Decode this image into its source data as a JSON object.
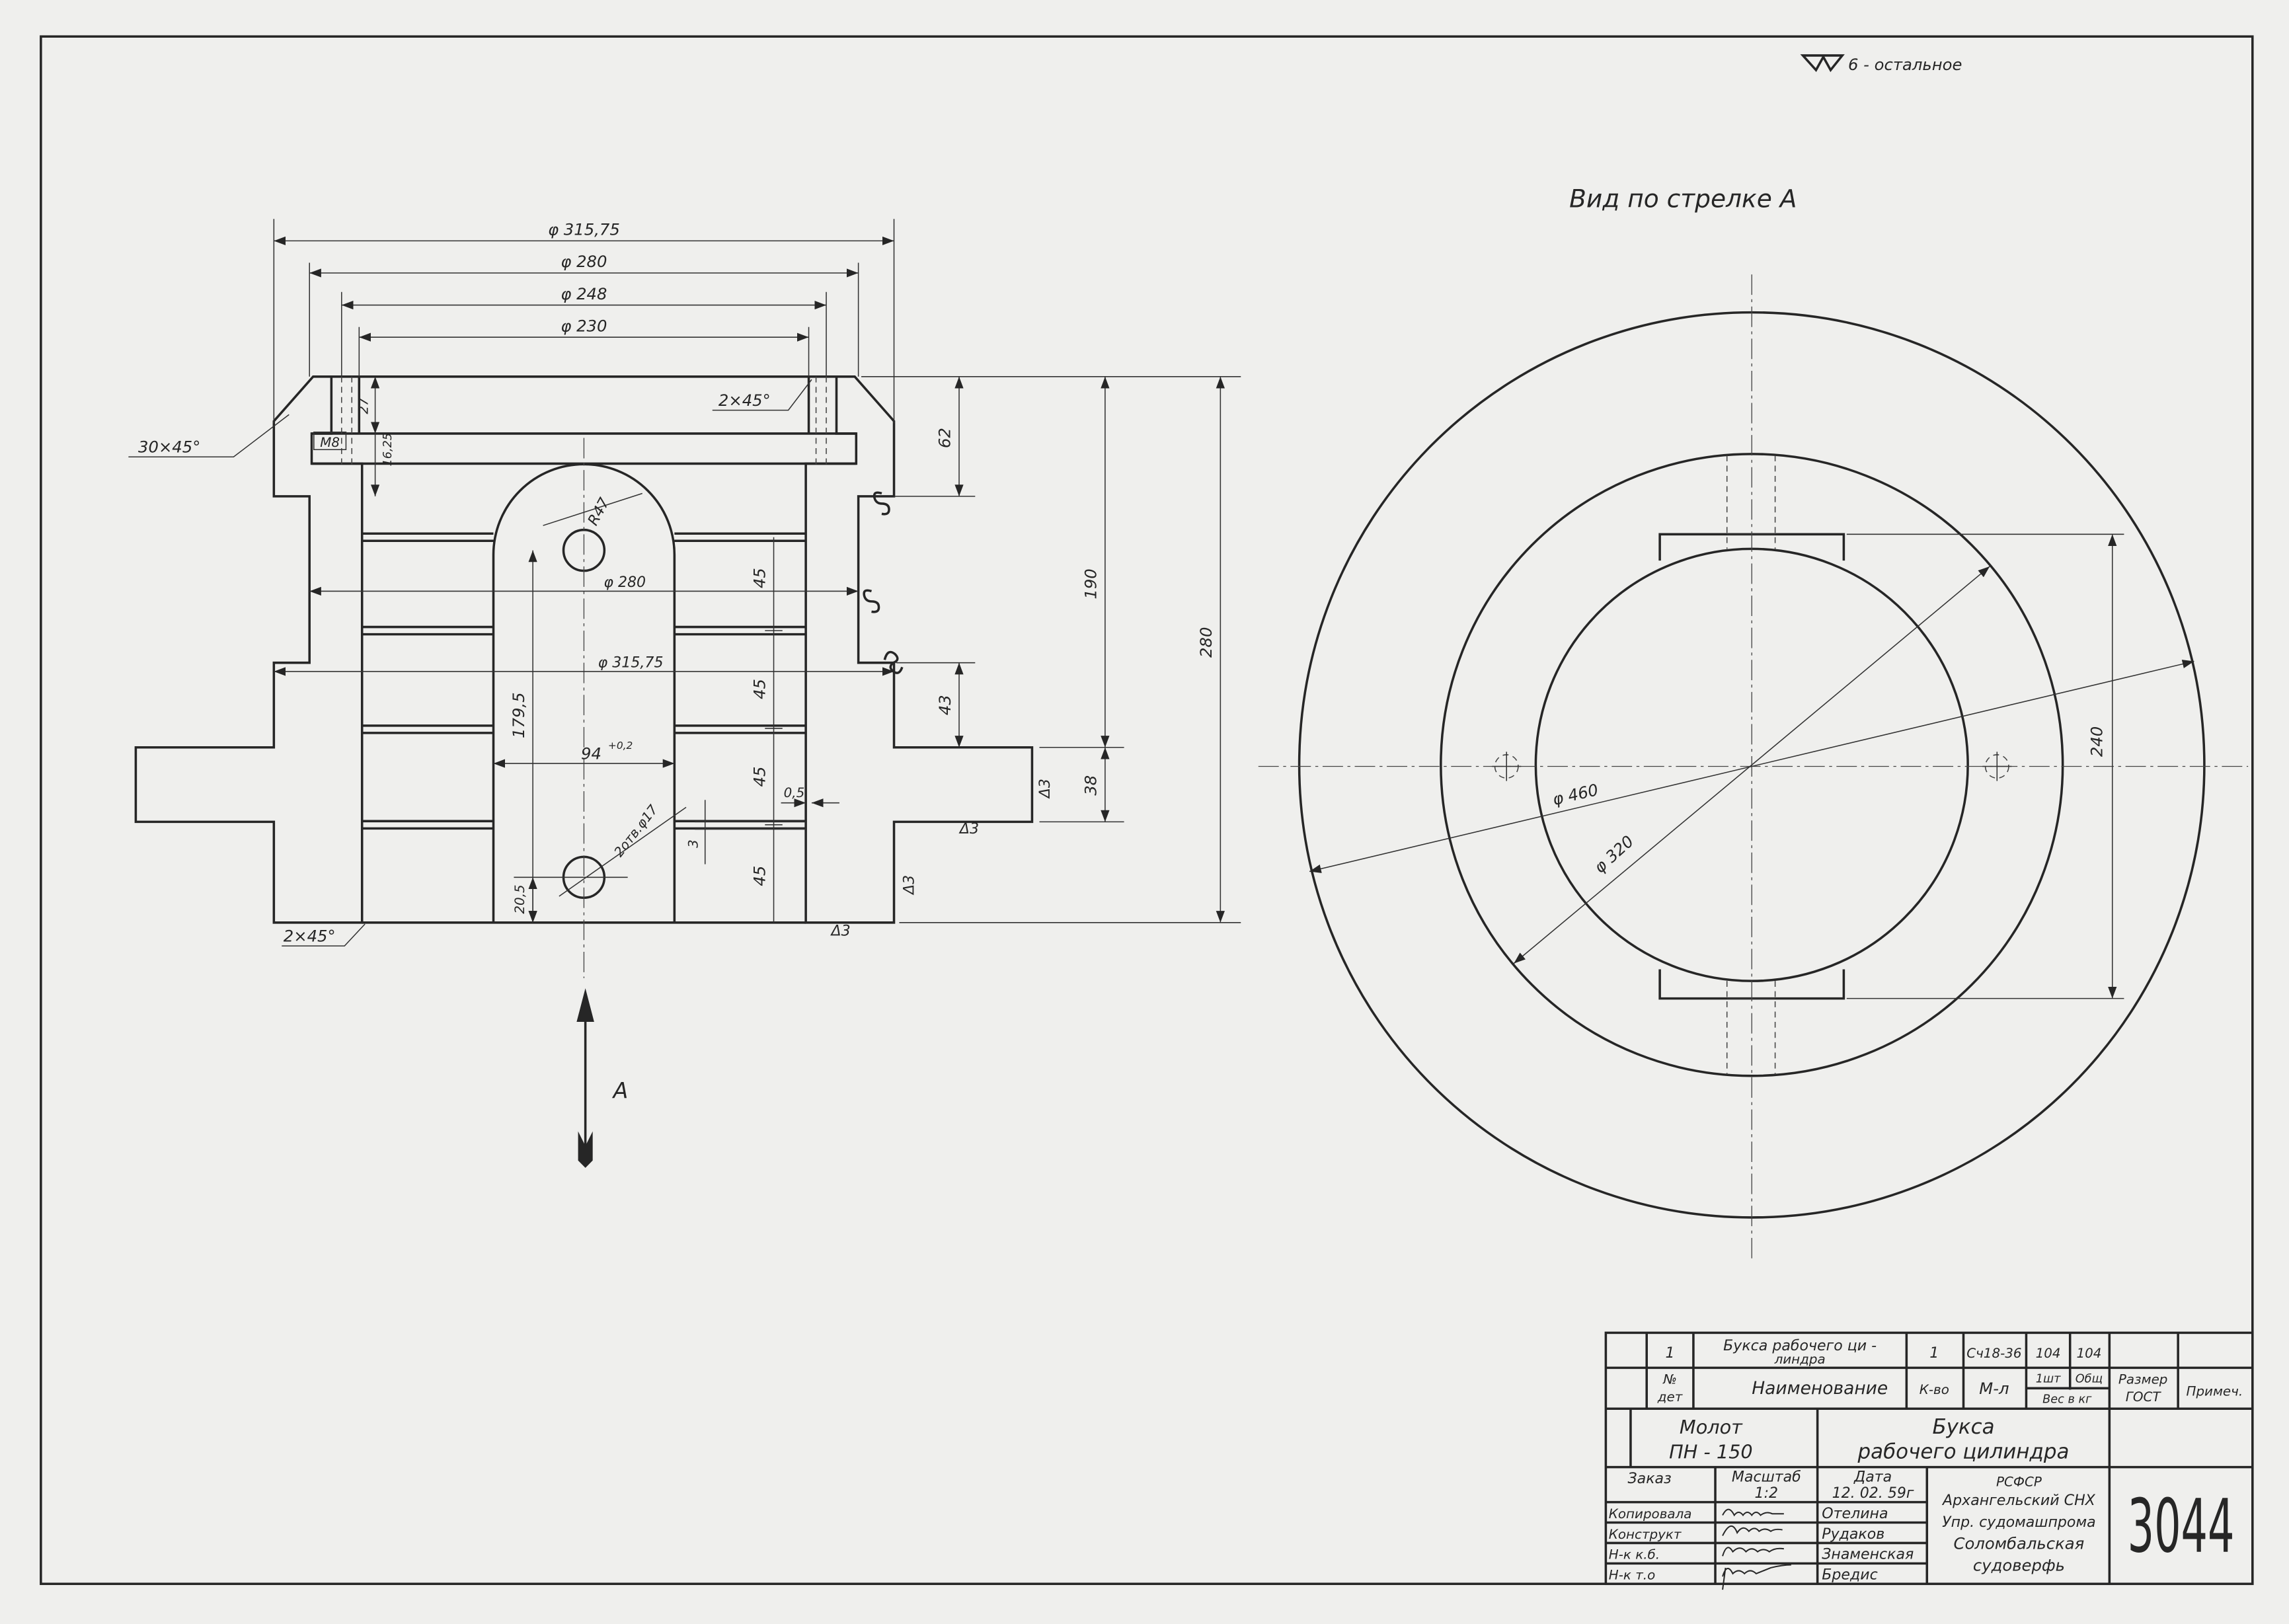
{
  "surface_finish": {
    "symbol": "surface-roughness-double-triangle-icon",
    "text": "6 - остальное"
  },
  "view_title": "Вид по стрелке А",
  "arrow_label": "А",
  "section": {
    "dia_315_top": "φ 315,75",
    "dia_280_top": "φ 280",
    "dia_248": "φ 248",
    "dia_230": "φ 230",
    "chamfer_top_inner": "2×45°",
    "chamfer_top_outer": "30×45°",
    "depth_27": "27",
    "thread": "M8",
    "groove": "16,25",
    "h_62": "62",
    "h_190": "190",
    "h_280": "280",
    "h_43": "43",
    "h_38": "38",
    "radius": "R47",
    "dia_280_mid": "φ 280",
    "dia_315_mid": "φ 315,75",
    "pitch": [
      "45",
      "45",
      "45",
      "45"
    ],
    "h_179": "179,5",
    "slot_width": "94",
    "slot_tolerance": "+0,2",
    "ring_depth": "0,5",
    "ring_width": "3",
    "holes": "2отв.φ17",
    "h_20": "20,5",
    "chamfer_bottom": "2×45°",
    "finish_marks": [
      "Δ3",
      "Δ3",
      "Δ3",
      "Δ3"
    ]
  },
  "view_a": {
    "dia_460": "φ 460",
    "dia_320": "φ 320",
    "h_240": "240"
  },
  "title_block": {
    "spec_row": {
      "pos": "1",
      "name": "Букса рабочего ци -",
      "name2": "линдра",
      "qty": "1",
      "material": "Сч18-36",
      "weight_one": "104",
      "weight_total": "104"
    },
    "header": {
      "det_no": "№",
      "det_no2": "дет",
      "name": "Наименование",
      "qty": "К-во",
      "material": "М-л",
      "weight_one": "1шт",
      "weight_total": "Общ",
      "weight": "Вес в кг",
      "size": "Размер",
      "size2": "ГОСТ",
      "note": "Примеч."
    },
    "machine": "Молот",
    "machine2": "ПН - 150",
    "part_name": "Букса",
    "part_name2": "рабочего цилиндра",
    "order_label": "Заказ",
    "scale_label": "Масштаб",
    "scale": "1:2",
    "date_label": "Дата",
    "date": "12. 02. 59г",
    "roles": [
      {
        "role": "Копировала",
        "name": "Отелина"
      },
      {
        "role": "Конструкт",
        "name": "Рудаков"
      },
      {
        "role": "Н-к  к.б.",
        "name": "Знаменская"
      },
      {
        "role": "Н-к  т.о",
        "name": "Бредис"
      }
    ],
    "org": [
      "РСФСР",
      "Архангельский СНХ",
      "Упр. судомашпрома",
      "Соломбальская",
      "судоверфь"
    ],
    "drawing_no": "3044"
  },
  "colors": {
    "ink": "#262626",
    "paper": "#efefed"
  }
}
